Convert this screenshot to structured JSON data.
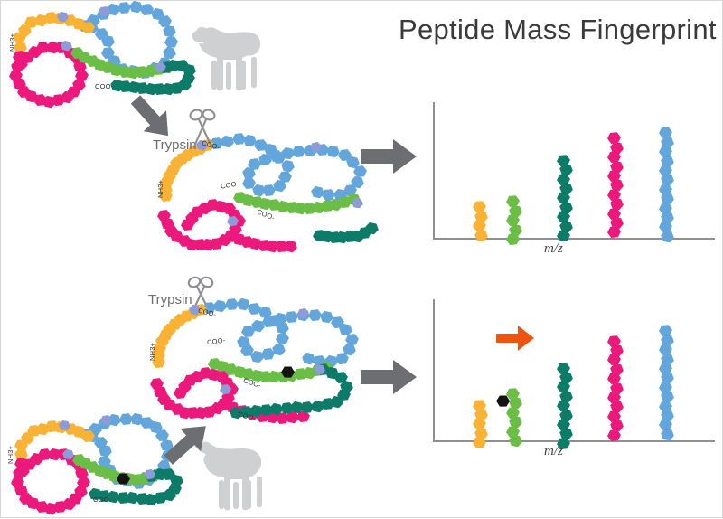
{
  "figure": {
    "title": "Peptide Mass Fingerprint",
    "background": "#ffffff"
  },
  "colors": {
    "orange": "#F9B233",
    "magenta": "#EC187B",
    "blue": "#63A6DC",
    "light_green": "#6BBE45",
    "teal": "#0C7C68",
    "periwinkle": "#8D9BD8",
    "modification": "#141414",
    "arrow_gray": "#6C6E72",
    "arrow_orange": "#EE5411",
    "axis_gray": "#8E8E93",
    "animal_gray": "#CFD0D2",
    "text_dark": "#3A3A3A",
    "trypsin_gray": "#6D6D6D"
  },
  "labels": {
    "trypsin": "Trypsin",
    "n_terminus": "NH3+",
    "c_terminus": "COO-",
    "mz_axis": "m/z"
  },
  "panels": {
    "top": {
      "organism": "sheep",
      "protein_state": "intact-protein",
      "digest_state": "digested-peptides"
    },
    "bottom": {
      "organism": "goat",
      "protein_state": "intact-protein-modified",
      "digest_state": "digested-peptides-modified"
    }
  },
  "chart_data": [
    {
      "type": "bar",
      "id": "spectrum-top",
      "title": "",
      "xlabel": "m/z",
      "ylabel": "",
      "grid": false,
      "legend": "none",
      "categories": [
        "orange peptide",
        "green peptide",
        "teal peptide",
        "magenta peptide",
        "blue peptide"
      ],
      "values": [
        28,
        32,
        62,
        78,
        82
      ],
      "ylim": [
        0,
        100
      ],
      "colors": [
        "#F9B233",
        "#6BBE45",
        "#0C7C68",
        "#EC187B",
        "#63A6DC"
      ],
      "annotations": []
    },
    {
      "type": "bar",
      "id": "spectrum-bottom",
      "title": "",
      "xlabel": "m/z",
      "ylabel": "",
      "grid": false,
      "legend": "none",
      "categories": [
        "orange peptide",
        "green peptide (modified)",
        "teal peptide",
        "magenta peptide",
        "blue peptide"
      ],
      "values": [
        30,
        38,
        56,
        75,
        82
      ],
      "ylim": [
        0,
        100
      ],
      "colors": [
        "#F9B233",
        "#6BBE45",
        "#0C7C68",
        "#EC187B",
        "#63A6DC"
      ],
      "annotations": [
        {
          "target": "green peptide (modified)",
          "marker": "black-modification-bead",
          "pointer": "orange-arrow"
        }
      ]
    }
  ]
}
